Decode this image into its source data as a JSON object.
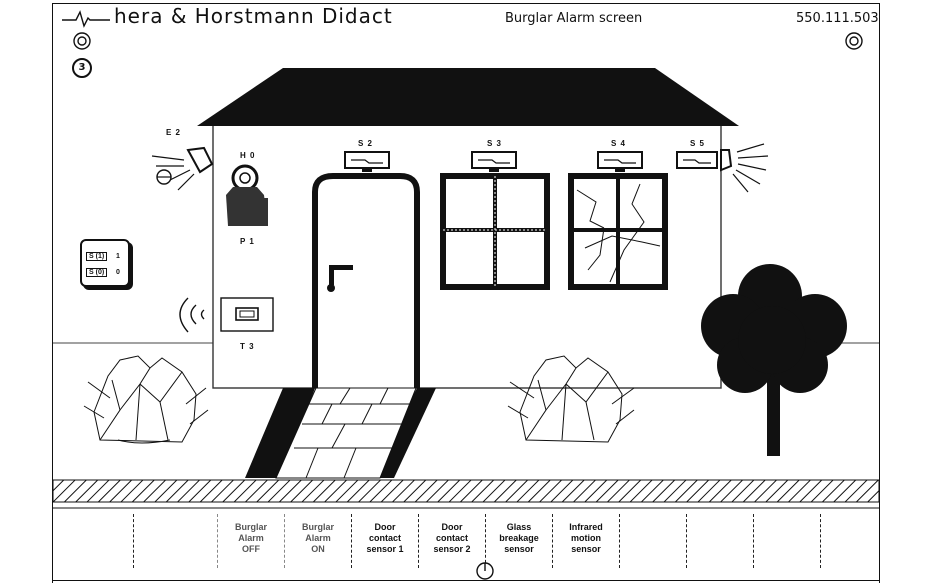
{
  "header": {
    "brand": "hera & Horstmann Didact",
    "title": "Burglar Alarm screen",
    "part_number": "550.111.503",
    "screen_number": "3"
  },
  "scene_labels": {
    "e2": "E 2",
    "h0": "H 0",
    "p1": "P 1",
    "t3": "T 3",
    "s2": "S 2",
    "s3": "S 3",
    "s4": "S 4",
    "s5": "S 5"
  },
  "switch_box": {
    "row1_label": "S (1)",
    "row1_value": "1",
    "row2_label": "S (0)",
    "row2_value": "0"
  },
  "buttons": [
    {
      "id": "alarm-off",
      "label": "Burglar\nAlarm\nOFF",
      "active": false
    },
    {
      "id": "alarm-on",
      "label": "Burglar\nAlarm\nON",
      "active": false
    },
    {
      "id": "door-1",
      "label": "Door\ncontact\nsensor 1",
      "active": true
    },
    {
      "id": "door-2",
      "label": "Door\ncontact\nsensor 2",
      "active": true
    },
    {
      "id": "glass",
      "label": "Glass\nbreakage\nsensor",
      "active": true
    },
    {
      "id": "infrared",
      "label": "Infrared\nmotion\nsensor",
      "active": true
    }
  ],
  "colors": {
    "ink": "#111111",
    "background": "#ffffff",
    "disabled_text": "#555555"
  }
}
